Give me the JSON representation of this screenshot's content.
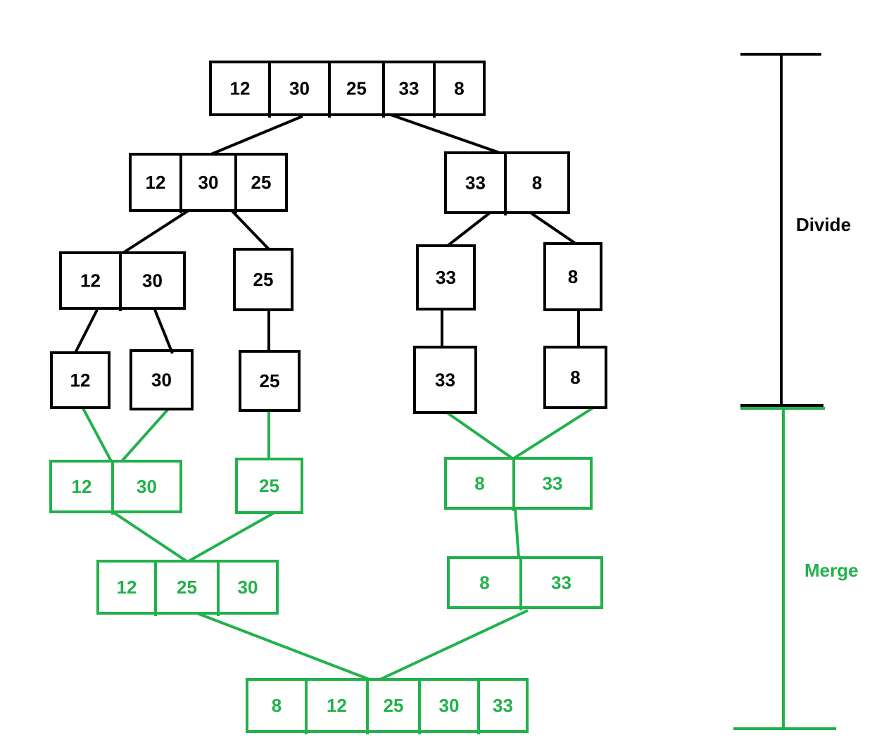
{
  "colors": {
    "divide": "#000000",
    "merge": "#22b14c"
  },
  "divide_label": "Divide",
  "merge_label": "Merge",
  "divide_arrays": [
    [
      12,
      30,
      25,
      33,
      8
    ],
    [
      12,
      30,
      25
    ],
    [
      33,
      8
    ],
    [
      12,
      30
    ],
    [
      25
    ],
    [
      33
    ],
    [
      8
    ],
    [
      12
    ],
    [
      30
    ],
    [
      25
    ],
    [
      33
    ],
    [
      8
    ]
  ],
  "merge_arrays": [
    [
      12,
      30
    ],
    [
      25
    ],
    [
      8,
      33
    ],
    [
      12,
      25,
      30
    ],
    [
      8,
      33
    ],
    [
      8,
      12,
      25,
      30,
      33
    ]
  ]
}
